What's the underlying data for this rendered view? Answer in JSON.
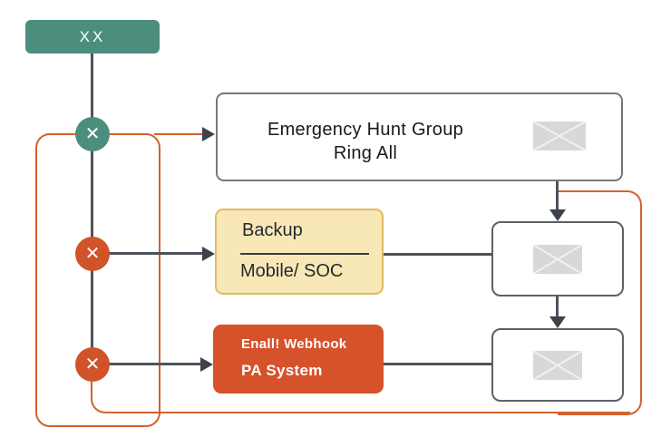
{
  "diagram": {
    "root": {
      "label": "XX"
    },
    "nodes": [
      {
        "symbol": "✕",
        "color": "#4B8E7E"
      },
      {
        "symbol": "✕",
        "color": "#D0532A"
      },
      {
        "symbol": "✕",
        "color": "#D0532A"
      }
    ],
    "emergency_box": {
      "line1": "Emergency Hunt Group",
      "line2": "Ring All"
    },
    "backup_box": {
      "line1": "Backup",
      "line2": "Mobile/ SOC"
    },
    "webhook_box": {
      "line1": "Enall! Webhook",
      "line2": "PA System"
    },
    "icons": {
      "envelope_count": 3,
      "envelope_name": "envelope-icon"
    },
    "colors": {
      "teal": "#4B8E7E",
      "orange": "#D5522B",
      "orange_line": "#D2622F",
      "yellow_fill": "#F8E8B7",
      "yellow_border": "#E3BA61",
      "gray_line": "#4E535A",
      "arrow": "#3E434A",
      "box_border": "#73787E",
      "envelope_fill": "#D8D8D8"
    }
  }
}
